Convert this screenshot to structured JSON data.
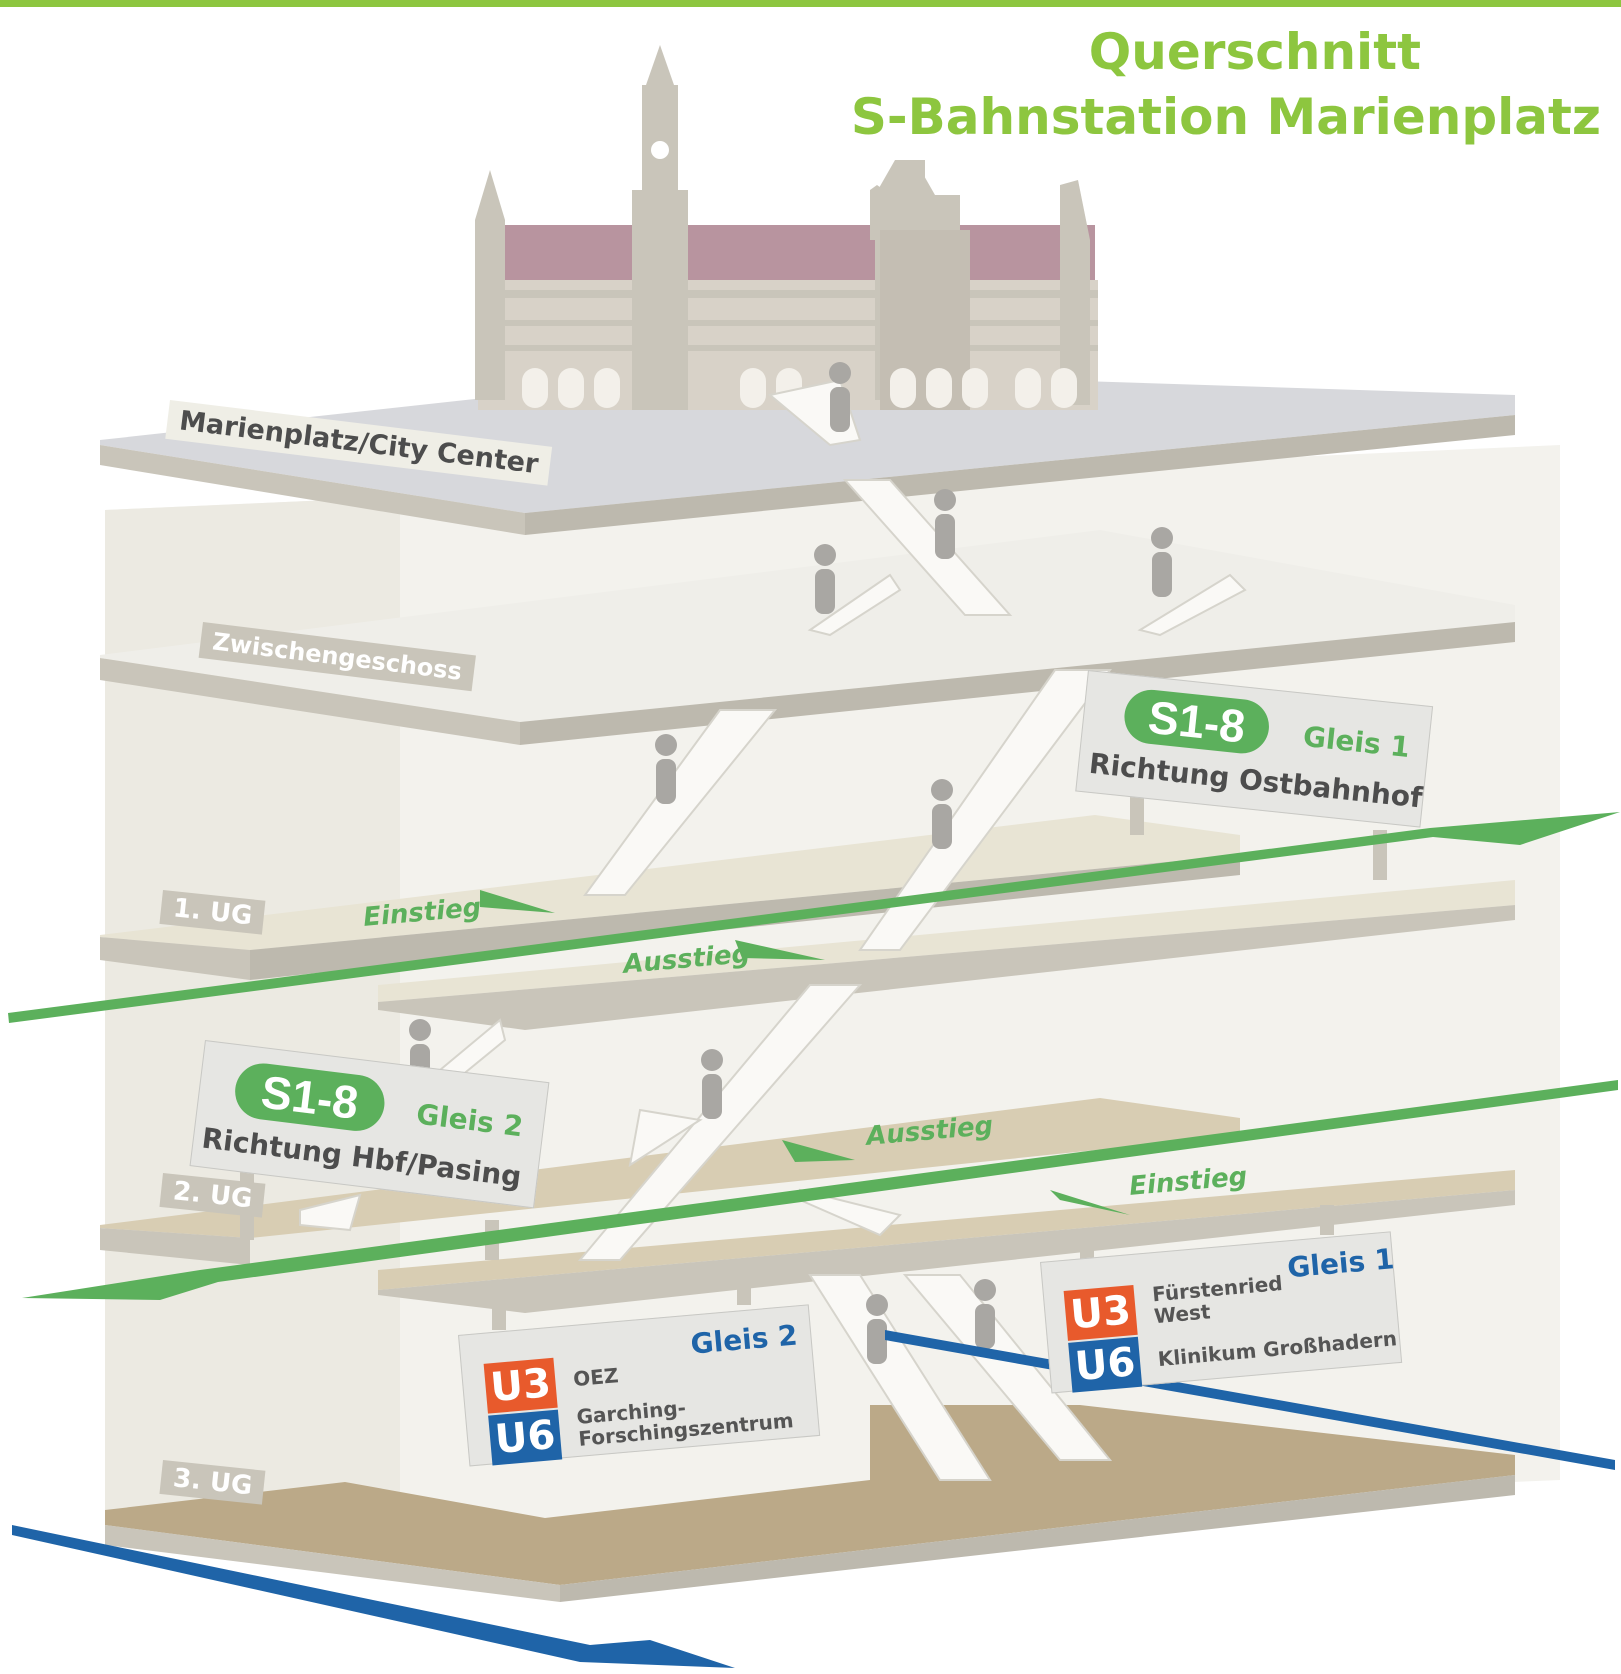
{
  "title": {
    "line1": "Querschnitt",
    "line2": "S-Bahnstation Marienplatz"
  },
  "levels": {
    "surface": "Marienplatz/City Center",
    "mezzanine": "Zwischengeschoss",
    "ug1": "1. UG",
    "ug2": "2. UG",
    "ug3": "3. UG"
  },
  "directions": {
    "ug1_einstieg": "Einstieg",
    "ug1_ausstieg": "Ausstieg",
    "ug2_ausstieg": "Ausstieg",
    "ug2_einstieg": "Einstieg"
  },
  "signs": {
    "sbahn_gleis1": {
      "line": "S1-8",
      "gleis": "Gleis 1",
      "destination": "Richtung Ostbahnhof"
    },
    "sbahn_gleis2": {
      "line": "S1-8",
      "gleis": "Gleis 2",
      "destination": "Richtung Hbf/Pasing"
    },
    "ubahn_gleis2": {
      "gleis": "Gleis 2",
      "u3": "U3",
      "u3_destination": "OEZ",
      "u6": "U6",
      "u6_destination_line1": "Garching-",
      "u6_destination_line2": "Forschingszentrum"
    },
    "ubahn_gleis1": {
      "gleis": "Gleis 1",
      "u3": "U3",
      "u3_destination_line1": "Fürstenried",
      "u3_destination_line2": "West",
      "u6": "U6",
      "u6_destination": "Klinikum Großhadern"
    }
  },
  "colors": {
    "title": "#8dc63f",
    "sbahn": "#5cb05c",
    "ubahn": "#1f64a8",
    "u3": "#e85a2c",
    "u6": "#1f64a8",
    "building": "#c9c5ba",
    "roof": "#b8949f"
  }
}
